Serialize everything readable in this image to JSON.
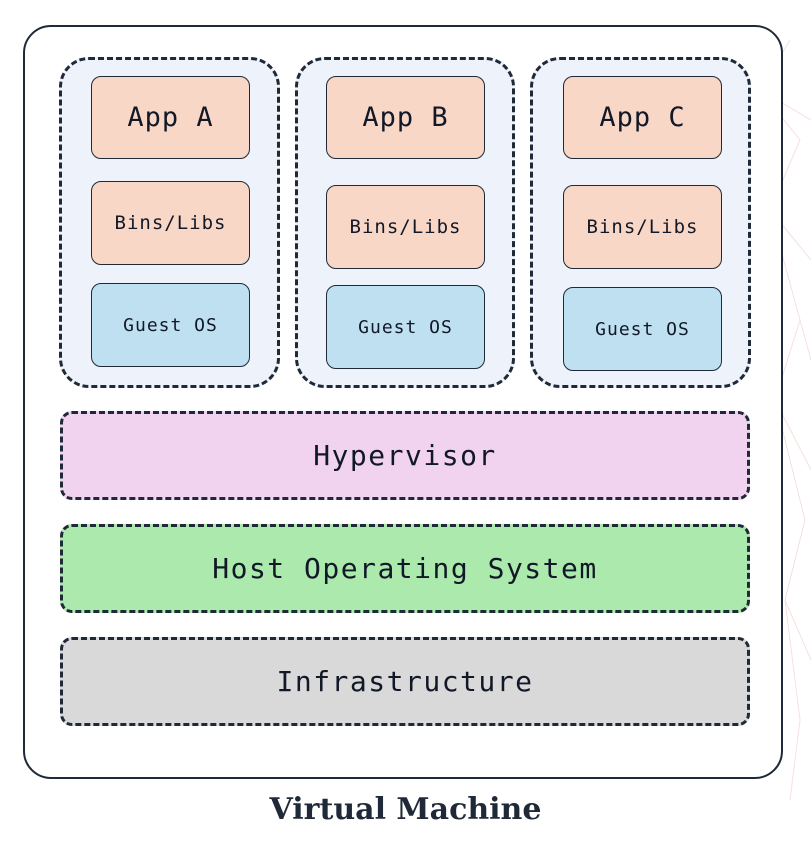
{
  "colors": {
    "container_border": "#1f2937",
    "vm_column_fill": "#eef3fb",
    "app_fill": "#f8d7c7",
    "libs_fill": "#f8d7c7",
    "guest_os_fill": "#bfe0f1",
    "hypervisor_fill": "#f1d2ef",
    "host_os_fill": "#abe9ad",
    "infrastructure_fill": "#d9d9d9"
  },
  "vms": [
    {
      "app": "App A",
      "libs": "Bins/Libs",
      "guest_os": "Guest OS"
    },
    {
      "app": "App B",
      "libs": "Bins/Libs",
      "guest_os": "Guest OS"
    },
    {
      "app": "App C",
      "libs": "Bins/Libs",
      "guest_os": "Guest OS"
    }
  ],
  "layers": {
    "hypervisor": "Hypervisor",
    "host_os": "Host Operating System",
    "infrastructure": "Infrastructure"
  },
  "caption": "Virtual Machine"
}
